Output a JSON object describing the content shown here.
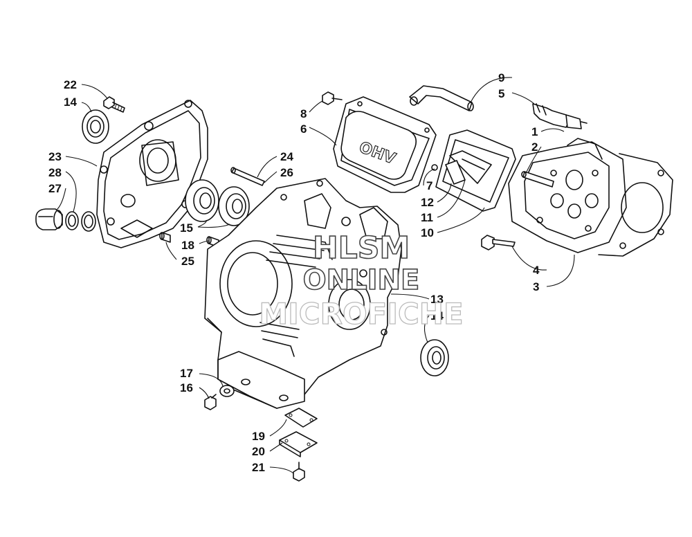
{
  "diagram": {
    "callouts": {
      "c1": "1",
      "c2": "2",
      "c3": "3",
      "c4": "4",
      "c5": "5",
      "c6": "6",
      "c7": "7",
      "c8": "8",
      "c9": "9",
      "c10": "10",
      "c11": "11",
      "c12": "12",
      "c13": "13",
      "c14a": "14",
      "c14b": "14",
      "c15": "15",
      "c16": "16",
      "c17": "17",
      "c18": "18",
      "c19": "19",
      "c20": "20",
      "c21": "21",
      "c22": "22",
      "c23": "23",
      "c24": "24",
      "c25": "25",
      "c26": "26",
      "c27": "27",
      "c28": "28"
    },
    "cover_emboss": "OHV"
  },
  "watermark": {
    "line1": "HLSM",
    "line2": "ONLINE",
    "line3": "MICROFICHE"
  }
}
